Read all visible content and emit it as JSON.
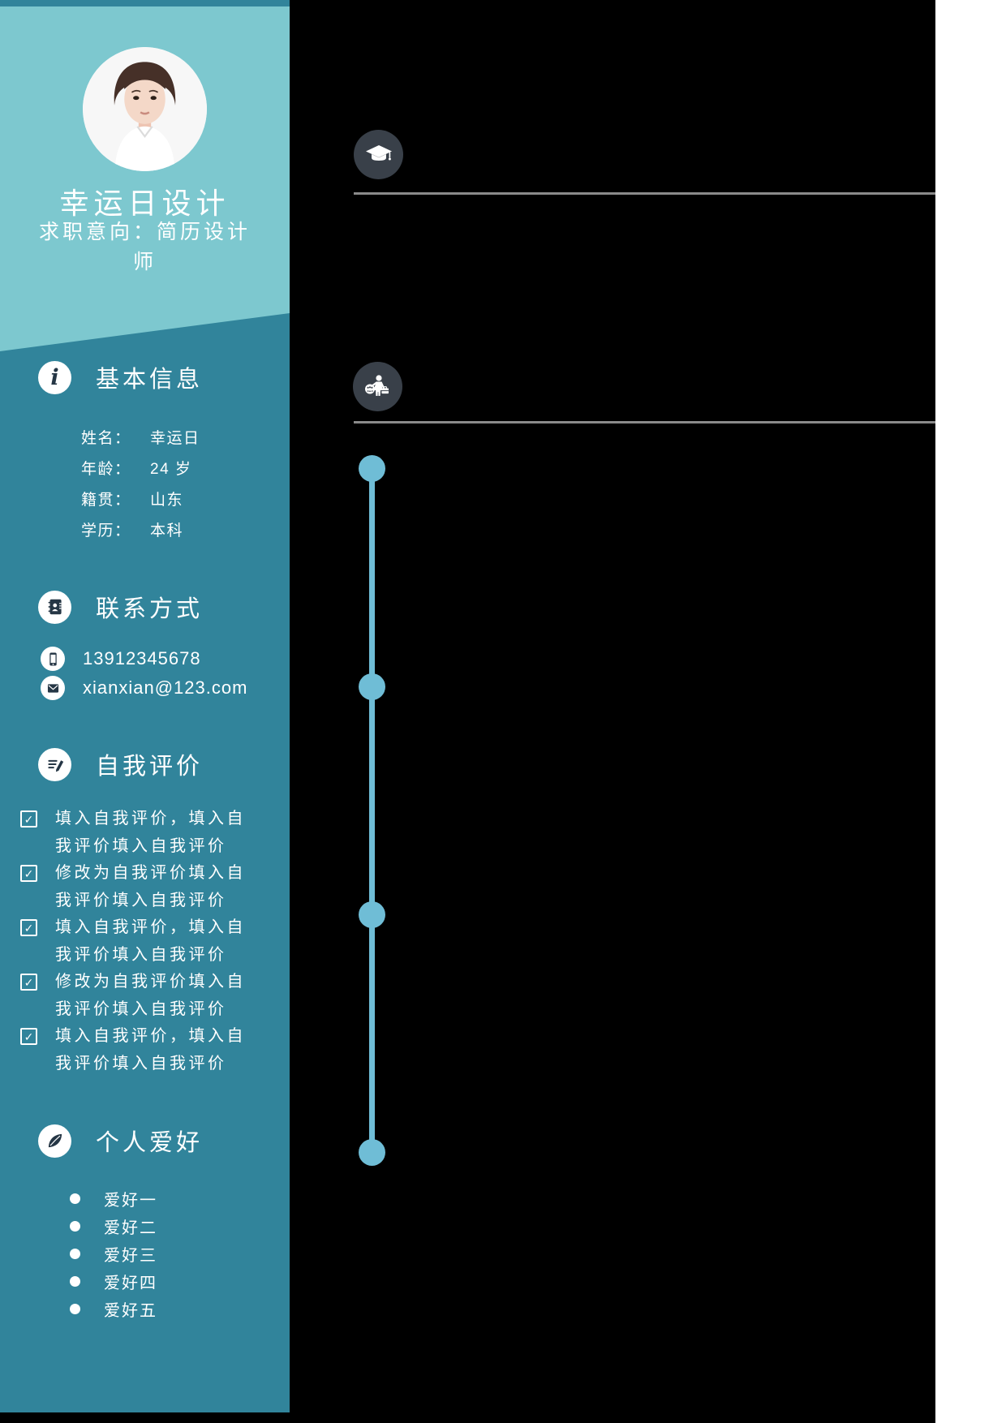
{
  "colors": {
    "sidebar_dark_teal": "#31849b",
    "sidebar_light_teal": "#7dc8cf",
    "main_background": "#000000",
    "page_margin": "#ffffff",
    "marker_circle": "#394049",
    "divider_gray": "#8a8a8a",
    "timeline_blue": "#6fbdd6",
    "icon_glyph_navy": "#253645"
  },
  "icons": {
    "info": "i",
    "check": "✓"
  },
  "sidebar": {
    "profile": {
      "name": "幸运日设计",
      "objective": "求职意向：简历设计师"
    },
    "basic_info": {
      "title": "基本信息",
      "rows": [
        {
          "label": "姓名：",
          "value": "幸运日"
        },
        {
          "label": "年龄：",
          "value": "24 岁"
        },
        {
          "label": "籍贯：",
          "value": "山东"
        },
        {
          "label": "学历：",
          "value": "本科"
        }
      ]
    },
    "contact": {
      "title": "联系方式",
      "phone": "13912345678",
      "email": "xianxian@123.com"
    },
    "self_evaluation": {
      "title": "自我评价",
      "items": [
        "填入自我评价，填入自我评价填入自我评价",
        "修改为自我评价填入自我评价填入自我评价",
        "填入自我评价，填入自我评价填入自我评价",
        "修改为自我评价填入自我评价填入自我评价",
        "填入自我评价，填入自我评价填入自我评价"
      ]
    },
    "hobbies": {
      "title": "个人爱好",
      "items": [
        "爱好一",
        "爱好二",
        "爱好三",
        "爱好四",
        "爱好五"
      ]
    }
  },
  "main": {
    "education_marker": {
      "icon": "graduation-cap-icon"
    },
    "experience_marker": {
      "icon": "business-person-icon"
    },
    "timeline": {
      "dot_count": 4
    }
  }
}
